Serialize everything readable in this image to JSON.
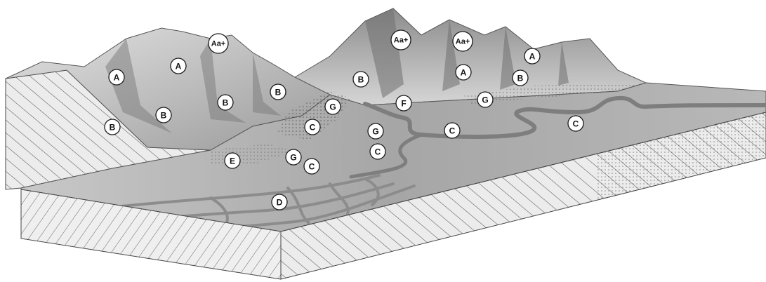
{
  "diagram": {
    "labels": [
      {
        "id": "aa-1",
        "text": "Aa+"
      },
      {
        "id": "aa-2",
        "text": "Aa+"
      },
      {
        "id": "aa-3",
        "text": "Aa+"
      },
      {
        "id": "a-1",
        "text": "A"
      },
      {
        "id": "a-2",
        "text": "A"
      },
      {
        "id": "a-3",
        "text": "A"
      },
      {
        "id": "a-4",
        "text": "A"
      },
      {
        "id": "b-1",
        "text": "B"
      },
      {
        "id": "b-2",
        "text": "B"
      },
      {
        "id": "b-3",
        "text": "B"
      },
      {
        "id": "b-4",
        "text": "B"
      },
      {
        "id": "b-5",
        "text": "B"
      },
      {
        "id": "b-6",
        "text": "B"
      },
      {
        "id": "c-1",
        "text": "C"
      },
      {
        "id": "c-2",
        "text": "C"
      },
      {
        "id": "c-3",
        "text": "C"
      },
      {
        "id": "c-4",
        "text": "C"
      },
      {
        "id": "c-5",
        "text": "C"
      },
      {
        "id": "g-1",
        "text": "G"
      },
      {
        "id": "g-2",
        "text": "G"
      },
      {
        "id": "g-3",
        "text": "G"
      },
      {
        "id": "g-4",
        "text": "G"
      },
      {
        "id": "f-1",
        "text": "F"
      },
      {
        "id": "e-1",
        "text": "E"
      },
      {
        "id": "d-1",
        "text": "D"
      }
    ]
  },
  "colors": {
    "mountain_light": "#d2d2d2",
    "mountain_dark": "#6e6e6e",
    "plain": "#a9a9a9",
    "river": "#8a8a8a",
    "block_side": "#e6e6e6",
    "hatch": "#555555"
  }
}
